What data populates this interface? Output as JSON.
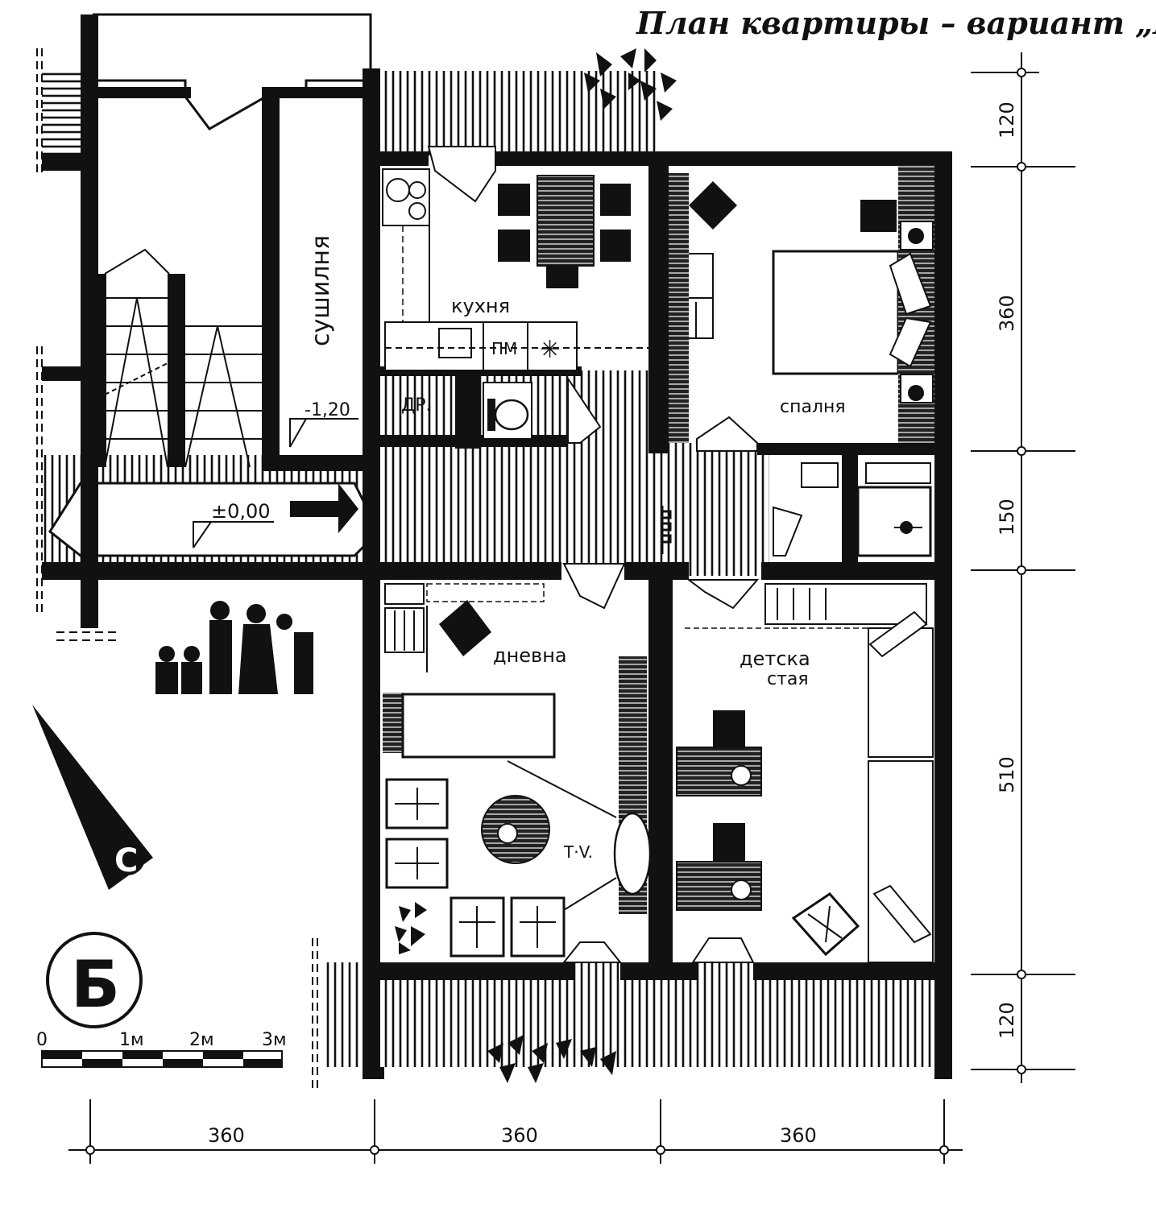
{
  "title": "План квартиры – вариант „Б“",
  "rooms": {
    "kitchen": "кухня",
    "bedroom": "спалня",
    "living": "дневна",
    "kids_line1": "детска",
    "kids_line2": "стая",
    "dryer": "сушилня"
  },
  "annotations": {
    "pantry": "ДР.",
    "dishwasher": "ПМ",
    "tv": "Т·V.",
    "level_ground": "±0,00",
    "level_down": "-1,20",
    "north": "С",
    "variant": "Б"
  },
  "dimensions": {
    "horizontal": [
      "360",
      "360",
      "360"
    ],
    "vertical": [
      "120",
      "360",
      "150",
      "510",
      "120"
    ]
  },
  "scale": {
    "labels": [
      "0",
      "1м",
      "2м",
      "3м"
    ]
  }
}
